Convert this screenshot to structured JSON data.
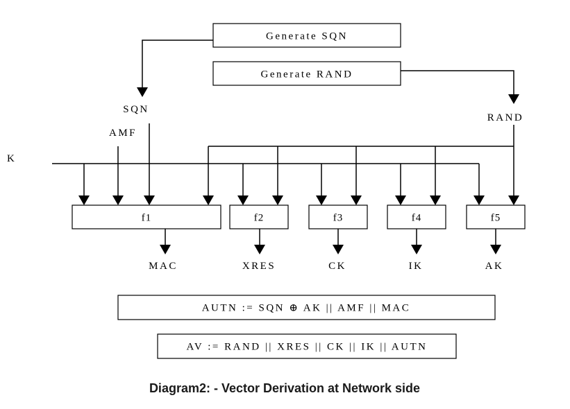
{
  "boxes": {
    "generate_sqn": "Generate SQN",
    "generate_rand": "Generate RAND",
    "f1": "f1",
    "f2": "f2",
    "f3": "f3",
    "f4": "f4",
    "f5": "f5",
    "autn_formula": "AUTN := SQN ⊕ AK || AMF || MAC",
    "av_formula": "AV := RAND || XRES || CK || IK || AUTN"
  },
  "inputs": {
    "sqn": "SQN",
    "amf": "AMF",
    "rand": "RAND",
    "k": "K"
  },
  "outputs": {
    "mac": "MAC",
    "xres": "XRES",
    "ck": "CK",
    "ik": "IK",
    "ak": "AK"
  },
  "caption": "Diagram2: - Vector Derivation at Network side"
}
